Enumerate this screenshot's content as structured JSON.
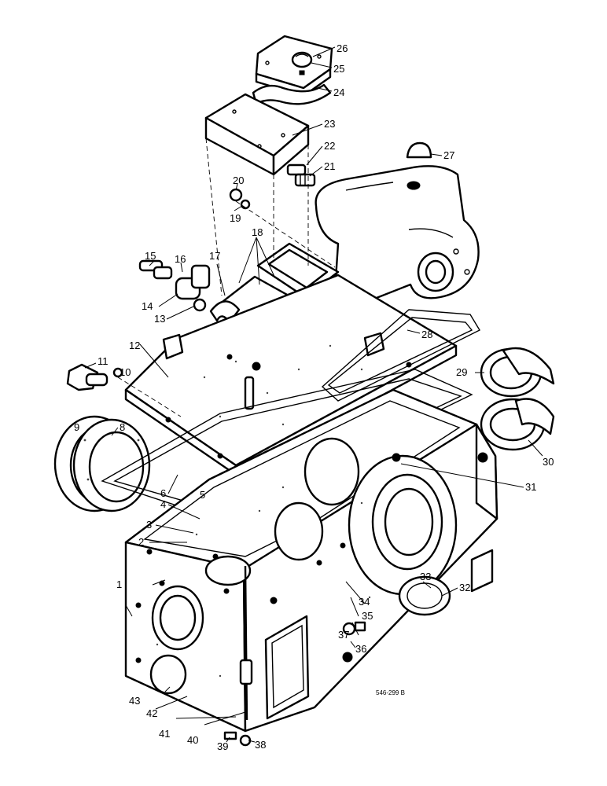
{
  "figure": {
    "reference_code": "546-299 B",
    "callouts": [
      {
        "id": "c1",
        "label": "1"
      },
      {
        "id": "c2",
        "label": "2"
      },
      {
        "id": "c3",
        "label": "3"
      },
      {
        "id": "c4",
        "label": "4"
      },
      {
        "id": "c5",
        "label": "5"
      },
      {
        "id": "c6",
        "label": "6"
      },
      {
        "id": "c8",
        "label": "8"
      },
      {
        "id": "c9",
        "label": "9"
      },
      {
        "id": "c10",
        "label": "10"
      },
      {
        "id": "c11",
        "label": "11"
      },
      {
        "id": "c12",
        "label": "12"
      },
      {
        "id": "c13",
        "label": "13"
      },
      {
        "id": "c14",
        "label": "14"
      },
      {
        "id": "c15",
        "label": "15"
      },
      {
        "id": "c16",
        "label": "16"
      },
      {
        "id": "c17",
        "label": "17"
      },
      {
        "id": "c18",
        "label": "18"
      },
      {
        "id": "c19",
        "label": "19"
      },
      {
        "id": "c20",
        "label": "20"
      },
      {
        "id": "c21",
        "label": "21"
      },
      {
        "id": "c22",
        "label": "22"
      },
      {
        "id": "c23",
        "label": "23"
      },
      {
        "id": "c24",
        "label": "24"
      },
      {
        "id": "c25",
        "label": "25"
      },
      {
        "id": "c26",
        "label": "26"
      },
      {
        "id": "c27",
        "label": "27"
      },
      {
        "id": "c28",
        "label": "28"
      },
      {
        "id": "c29",
        "label": "29"
      },
      {
        "id": "c30",
        "label": "30"
      },
      {
        "id": "c31",
        "label": "31"
      },
      {
        "id": "c32",
        "label": "32"
      },
      {
        "id": "c33",
        "label": "33"
      },
      {
        "id": "c34",
        "label": "34"
      },
      {
        "id": "c35",
        "label": "35"
      },
      {
        "id": "c36",
        "label": "36"
      },
      {
        "id": "c37",
        "label": "37"
      },
      {
        "id": "c38",
        "label": "38"
      },
      {
        "id": "c39",
        "label": "39"
      },
      {
        "id": "c40",
        "label": "40"
      },
      {
        "id": "c41",
        "label": "41"
      },
      {
        "id": "c42",
        "label": "42"
      },
      {
        "id": "c43",
        "label": "43"
      }
    ]
  }
}
